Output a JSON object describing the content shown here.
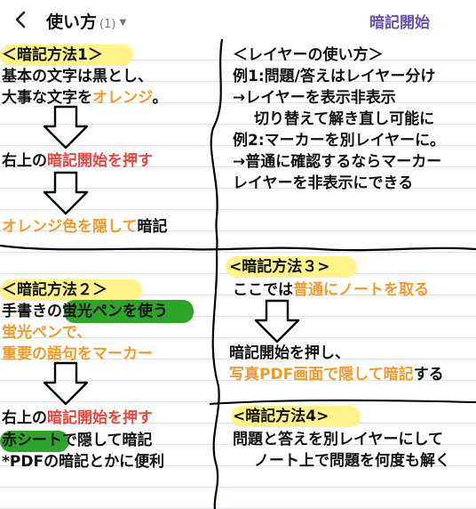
{
  "header": {
    "back_icon": "chevron-left-icon",
    "title": "使い方",
    "count": "(1)",
    "caret_icon": "caret-down-icon",
    "start_label": "暗記開始"
  },
  "left": {
    "m1_title": "＜暗記方法1＞",
    "m1_l1": "基本の文字は黒とし、",
    "m1_l2a": "大事な文字を",
    "m1_l2b": "オレンジ",
    "m1_l2c": "。",
    "m1_l3a": "右上の",
    "m1_l3b": "暗記開始を押す",
    "m1_l4a": "オレンジ色を隠して",
    "m1_l4b": "暗記",
    "m2_title": "＜暗記方法２＞",
    "m2_l1a": "手書きの",
    "m2_l1b": "蛍光ペンを使う",
    "m2_l2": "蛍光ペンで、",
    "m2_l3": "重要の語句をマーカー",
    "m2_l4a": "右上の",
    "m2_l4b": "暗記開始を押す",
    "m2_l5a": "赤シート",
    "m2_l5b": "で隠して暗記",
    "m2_l6": "*PDFの暗記とかに便利"
  },
  "right": {
    "layer_title": "＜レイヤーの使い方＞",
    "layer_l1": "例1:問題/答えはレイヤー分け",
    "layer_l2": "→レイヤーを表示非表示",
    "layer_l3": "切り替えて解き直し可能に",
    "layer_l4": "例2:マーカーを別レイヤーに。",
    "layer_l5": "→普通に確認するならマーカー",
    "layer_l6": "レイヤーを非表示にできる",
    "m3_title": "<暗記方法３>",
    "m3_l1a": "ここでは",
    "m3_l1b": "普通にノートを取る",
    "m3_l2": "暗記開始を押し、",
    "m3_l3a": "写真PDF画面で隠して暗記",
    "m3_l3b": "する",
    "m4_title": "<暗記方法4>",
    "m4_l1": "問題と答えを別レイヤーにして",
    "m4_l2": "ノート上で問題を何度も解く"
  },
  "colors": {
    "accent": "#6a4fb3",
    "orange": "#f09a2a",
    "red": "#e8453c",
    "yellow_highlight": "#fff38a",
    "green_highlight": "#2ea52a",
    "rule_line": "#f3d7e9"
  }
}
